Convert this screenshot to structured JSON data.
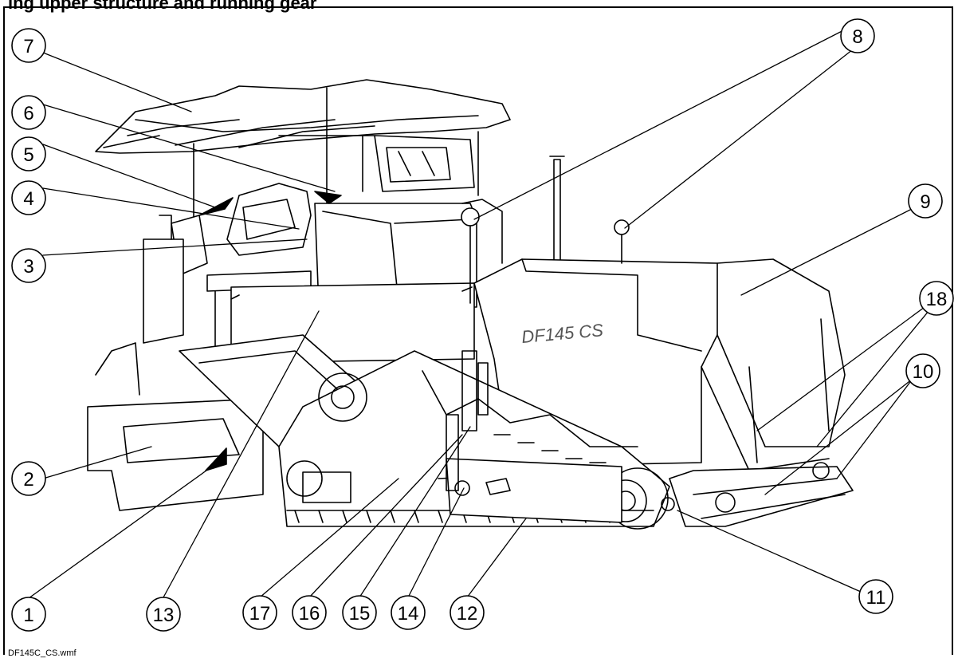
{
  "header": {
    "title": "ing upper structure and running gear"
  },
  "footer": {
    "filename": "DF145C_CS.wmf"
  },
  "machine": {
    "side_text": "DF145 CS"
  },
  "callouts": [
    {
      "id": "1",
      "label": "1"
    },
    {
      "id": "2",
      "label": "2"
    },
    {
      "id": "3",
      "label": "3"
    },
    {
      "id": "4",
      "label": "4"
    },
    {
      "id": "5",
      "label": "5"
    },
    {
      "id": "6",
      "label": "6"
    },
    {
      "id": "7",
      "label": "7"
    },
    {
      "id": "8",
      "label": "8"
    },
    {
      "id": "9",
      "label": "9"
    },
    {
      "id": "10",
      "label": "10"
    },
    {
      "id": "11",
      "label": "11"
    },
    {
      "id": "12",
      "label": "12"
    },
    {
      "id": "13",
      "label": "13"
    },
    {
      "id": "14",
      "label": "14"
    },
    {
      "id": "15",
      "label": "15"
    },
    {
      "id": "16",
      "label": "16"
    },
    {
      "id": "17",
      "label": "17"
    },
    {
      "id": "18",
      "label": "18"
    }
  ]
}
